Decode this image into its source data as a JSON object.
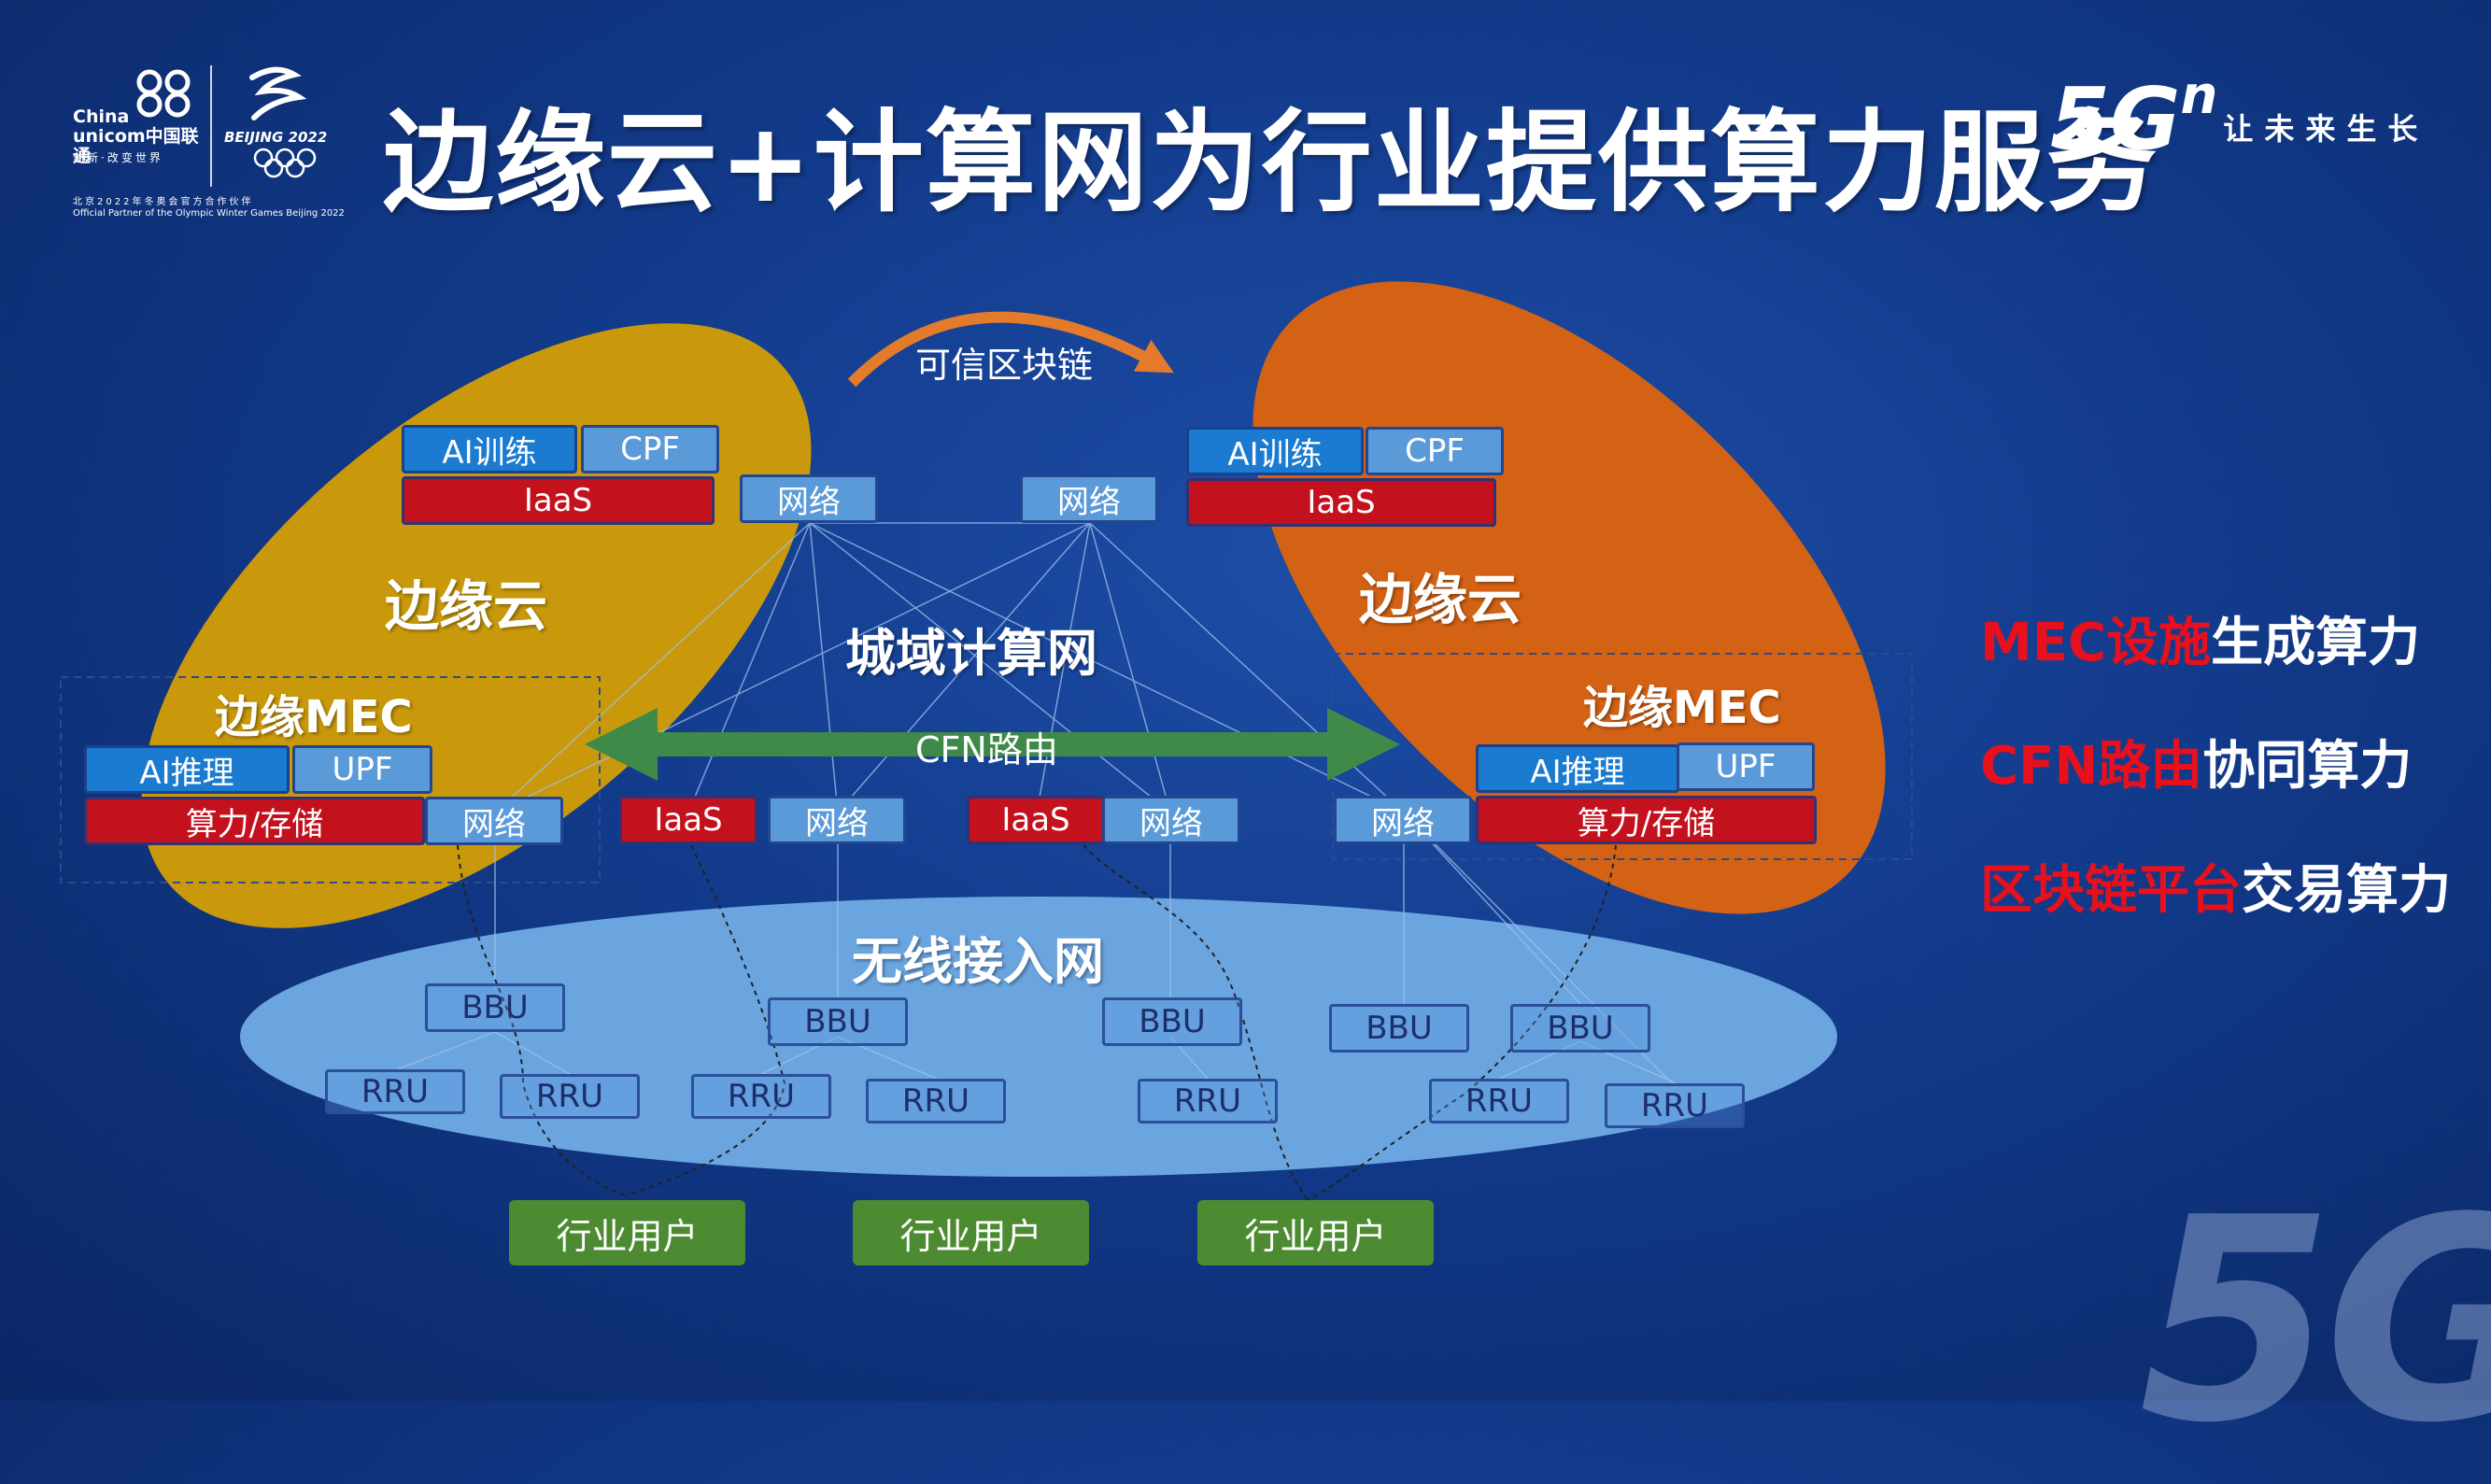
{
  "logo": {
    "unicom": "China unicom中国联通",
    "slogan": "创新·改变世界",
    "beijing": "BEIJING 2022",
    "partner_cn": "北京2022年冬奥会官方合作伙伴",
    "partner_en": "Official Partner of the Olympic Winter Games Beijing 2022"
  },
  "title": "边缘云+计算网为行业提供算力服务",
  "brand": {
    "mark": "5G",
    "sup": "n",
    "slogan": "让未来生长"
  },
  "colors": {
    "left_cloud": "#c9990b",
    "right_cloud": "#d46214",
    "access_net": "#6aa5e0",
    "red_box": "#c4111e",
    "green_box": "#4d8b32",
    "cfn_arrow": "#3f8a48"
  },
  "diagram": {
    "blockchain": "可信区块链",
    "metro_net": "城域计算网",
    "cfn": "CFN路由",
    "access_net": "无线接入网",
    "left_cloud": {
      "label": "边缘云",
      "ai_train": "AI训练",
      "cpf": "CPF",
      "iaas": "IaaS",
      "net": "网络",
      "mec": {
        "label": "边缘MEC",
        "ai_infer": "AI推理",
        "upf": "UPF",
        "compute": "算力/存储",
        "net": "网络"
      }
    },
    "right_cloud": {
      "label": "边缘云",
      "ai_train": "AI训练",
      "cpf": "CPF",
      "iaas": "IaaS",
      "net": "网络",
      "mec": {
        "label": "边缘MEC",
        "ai_infer": "AI推理",
        "upf": "UPF",
        "compute": "算力/存储",
        "net": "网络"
      }
    },
    "middle": [
      {
        "iaas": "IaaS",
        "net": "网络"
      },
      {
        "iaas": "IaaS",
        "net": "网络"
      }
    ],
    "bbu": [
      "BBU",
      "BBU",
      "BBU",
      "BBU",
      "BBU"
    ],
    "rru": [
      "RRU",
      "RRU",
      "RRU",
      "RRU",
      "RRU",
      "RRU",
      "RRU"
    ],
    "users": [
      "行业用户",
      "行业用户",
      "行业用户"
    ]
  },
  "features": [
    {
      "red": "MEC设施",
      "white": "生成算力"
    },
    {
      "red": "CFN路由",
      "white": "协同算力"
    },
    {
      "red": "区块链平台",
      "white": "交易算力"
    }
  ],
  "watermark": "5G"
}
